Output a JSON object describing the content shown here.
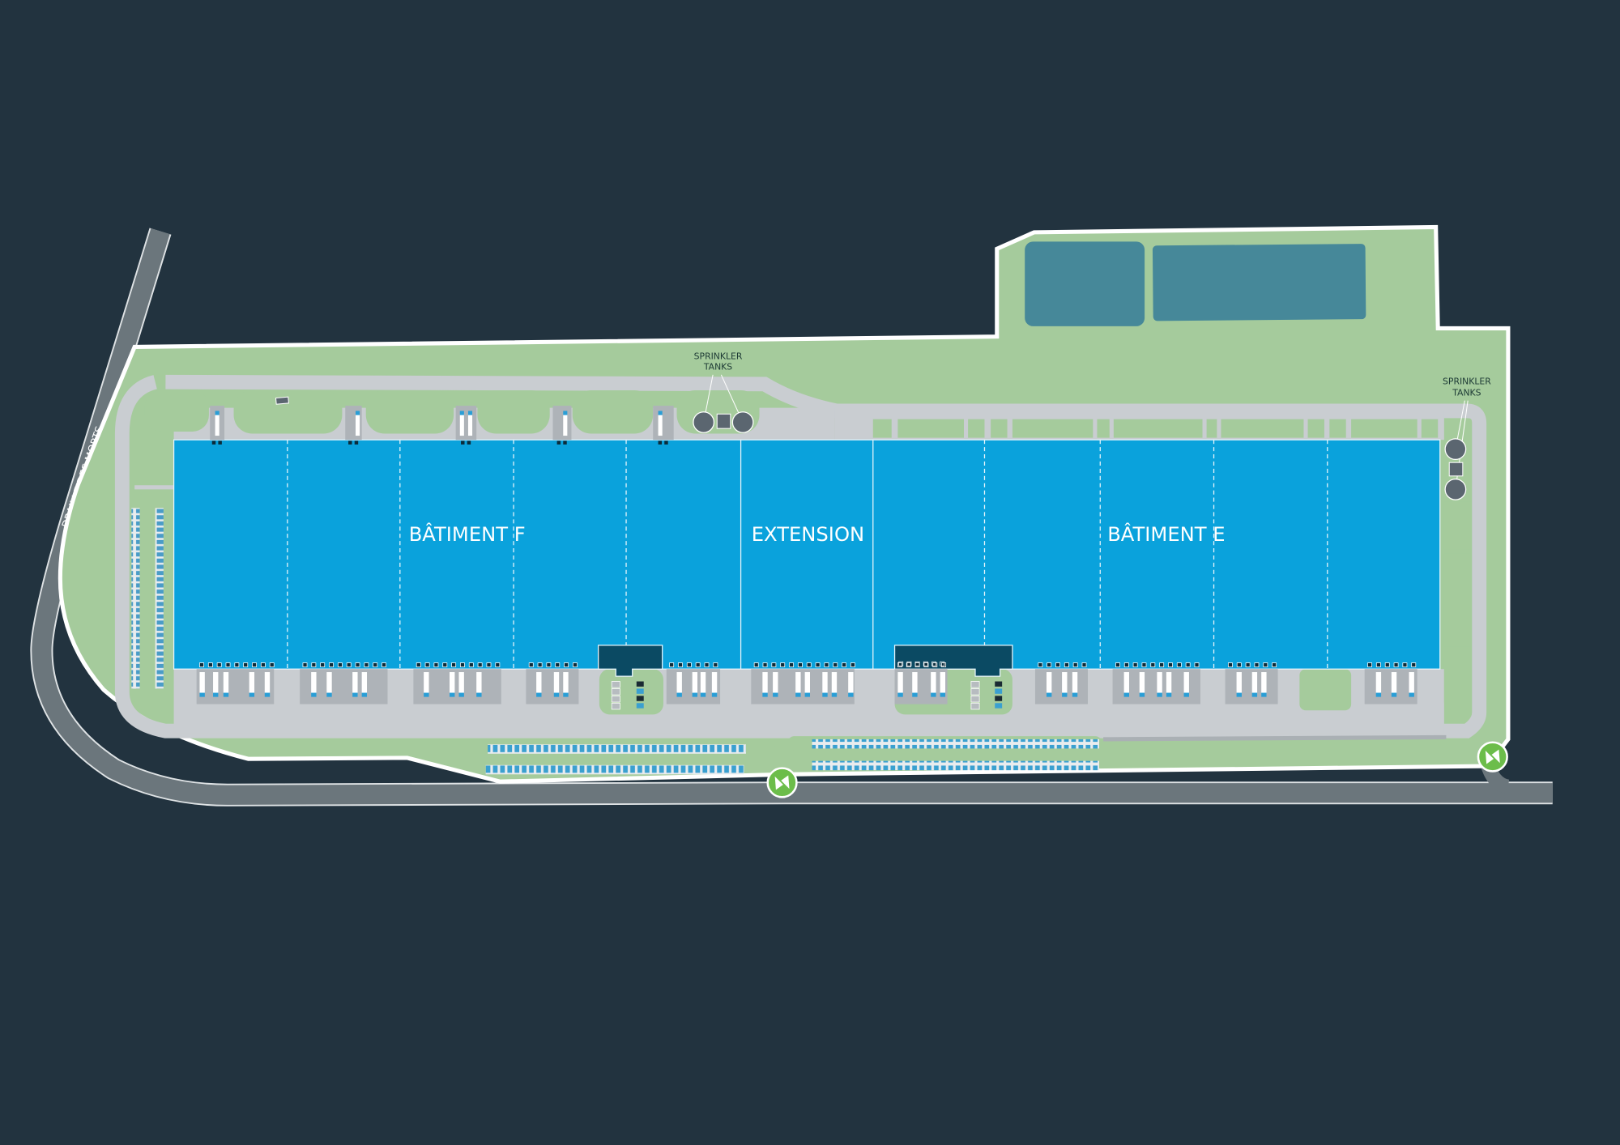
{
  "buildings": [
    {
      "id": "f",
      "label": "BÂTIMENT F"
    },
    {
      "id": "extension",
      "label": "EXTENSION"
    },
    {
      "id": "e",
      "label": "BÂTIMENT E"
    }
  ],
  "road_label": "DRAILLE DES MORTS",
  "sprinkler_tanks": [
    {
      "line1": "SPRINKLER",
      "line2": "TANKS"
    },
    {
      "line1": "SPRINKLER",
      "line2": "TANKS"
    }
  ],
  "colors": {
    "background": "#22333f",
    "site": "#a5cb9c",
    "building": "#0aa2dc",
    "office": "#0b4a63",
    "pond": "#468899",
    "road": "#6b767c",
    "yard": "#c9cdd1",
    "entrance": "#6cbd4a"
  },
  "icons": [
    "entrance-arrows-icon",
    "entrance-arrows-icon",
    "sprinkler-tank-icon"
  ]
}
